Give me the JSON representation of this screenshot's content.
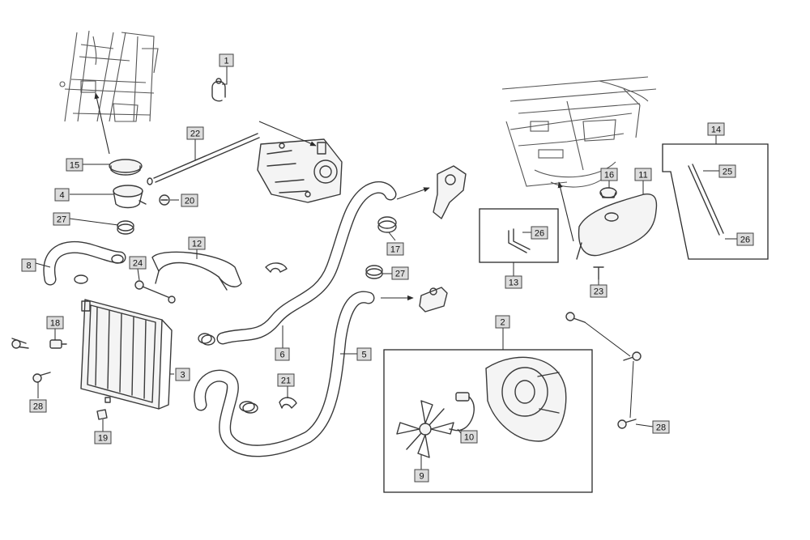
{
  "labels": {
    "l1": "1",
    "l2": "2",
    "l3": "3",
    "l4": "4",
    "l5": "5",
    "l6": "6",
    "l8": "8",
    "l9": "9",
    "l10": "10",
    "l11": "11",
    "l12": "12",
    "l13": "13",
    "l14": "14",
    "l15": "15",
    "l16": "16",
    "l17": "17",
    "l18": "18",
    "l19": "19",
    "l20": "20",
    "l21": "21",
    "l22": "22",
    "l23": "23",
    "l24": "24",
    "l25": "25",
    "l26a": "26",
    "l26b": "26",
    "l27a": "27",
    "l27b": "27",
    "l28a": "28",
    "l28b": "28"
  }
}
